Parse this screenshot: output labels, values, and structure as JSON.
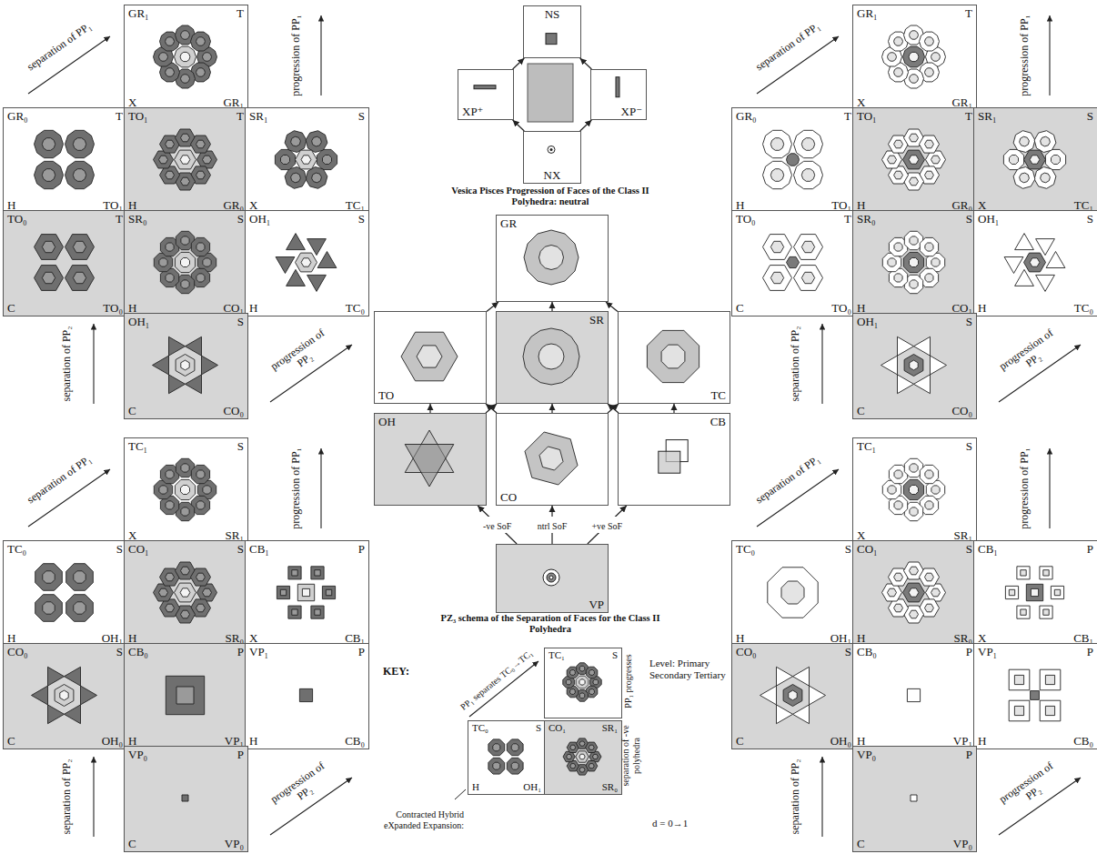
{
  "diagram": {
    "nodes": [
      {
        "text": [
          "GR₁",
          "T",
          "X",
          "GR₁"
        ]
      },
      {
        "text": [
          "GR₀",
          "T",
          "H",
          "TO₁"
        ]
      },
      {
        "text": [
          "TO₁",
          "T",
          "H",
          "GR₀"
        ]
      },
      {
        "text": [
          "SR₁",
          "S",
          "X",
          "TC₁"
        ]
      },
      {
        "text": [
          "TO₀",
          "T",
          "C",
          "TO₀"
        ]
      },
      {
        "text": [
          "SR₀",
          "S",
          "H",
          "CO₁"
        ]
      },
      {
        "text": [
          "OH₁",
          "S",
          "H",
          "TC₀"
        ]
      },
      {
        "text": [
          "OH₁",
          "S",
          "C",
          "CO₀"
        ]
      },
      {
        "text": [
          "NS"
        ]
      },
      {
        "text": [
          "XP⁺"
        ]
      },
      {
        "text": [
          "XP⁻"
        ]
      },
      {
        "text": [
          "NX"
        ]
      },
      {
        "text": [
          "GR₁",
          "T",
          "X",
          "GR₁"
        ]
      },
      {
        "text": [
          "GR₀",
          "T",
          "H",
          "TO₁"
        ]
      },
      {
        "text": [
          "TO₁",
          "T",
          "H",
          "GR₀"
        ]
      },
      {
        "text": [
          "SR₁",
          "S",
          "X",
          "TC₁"
        ]
      },
      {
        "text": [
          "TO₀",
          "T",
          "C",
          "TO₀"
        ]
      },
      {
        "text": [
          "SR₀",
          "S",
          "H",
          "CO₁"
        ]
      },
      {
        "text": [
          "OH₁",
          "S",
          "H",
          "TC₀"
        ]
      },
      {
        "text": [
          "OH₁",
          "S",
          "C",
          "CO₀"
        ]
      },
      {
        "text": [
          "GR"
        ]
      },
      {
        "text": [
          "TO"
        ]
      },
      {
        "text": [
          "SR"
        ]
      },
      {
        "text": [
          "TC"
        ]
      },
      {
        "text": [
          "OH"
        ]
      },
      {
        "text": [
          "CO"
        ]
      },
      {
        "text": [
          "CB"
        ]
      },
      {
        "text": [
          "VP"
        ]
      },
      {
        "text": [
          "TC₁",
          "S",
          "X",
          "SR₁"
        ]
      },
      {
        "text": [
          "TC₀",
          "S",
          "H",
          "OH₁"
        ]
      },
      {
        "text": [
          "CO₁",
          "S",
          "H",
          "SR₀"
        ]
      },
      {
        "text": [
          "CB₁",
          "P",
          "X",
          "CB₁"
        ]
      },
      {
        "text": [
          "CO₀",
          "S",
          "C",
          "OH₀"
        ]
      },
      {
        "text": [
          "CB₀",
          "P",
          "H",
          "VP₁"
        ]
      },
      {
        "text": [
          "VP₁",
          "P",
          "H",
          "CB₀"
        ]
      },
      {
        "text": [
          "VP₀",
          "P",
          "C",
          "VP₀"
        ]
      },
      {
        "text": [
          "TC₁",
          "S",
          "X",
          "SR₁"
        ]
      },
      {
        "text": [
          "TC₀",
          "S",
          "H",
          "OH₁"
        ]
      },
      {
        "text": [
          "CO₁",
          "S",
          "H",
          "SR₀"
        ]
      },
      {
        "text": [
          "CB₁",
          "P",
          "X",
          "CB₁"
        ]
      },
      {
        "text": [
          "CO₀",
          "S",
          "C",
          "OH₀"
        ]
      },
      {
        "text": [
          "CB₀",
          "P",
          "H",
          "VP₁"
        ]
      },
      {
        "text": [
          "VP₁",
          "P",
          "H",
          "CB₀"
        ]
      },
      {
        "text": [
          "VP₀",
          "P",
          "C",
          "VP₀"
        ]
      },
      {
        "text": [
          "TC₁",
          "S"
        ]
      },
      {
        "text": [
          "TC₀",
          "S",
          "H",
          "OH₁"
        ]
      },
      {
        "text": [
          "CO₁",
          "SR₁",
          "SR₀"
        ]
      }
    ],
    "edges": [
      {
        "from": 11,
        "to": 9,
        "arrow": "to"
      },
      {
        "from": 11,
        "to": 10,
        "arrow": "to"
      },
      {
        "from": 9,
        "to": 8,
        "arrow": "to"
      },
      {
        "from": 10,
        "to": 8,
        "arrow": "to"
      },
      {
        "from": 21,
        "to": 20,
        "arrow": "to"
      },
      {
        "from": 22,
        "to": 20,
        "arrow": "to"
      },
      {
        "from": 23,
        "to": 20,
        "arrow": "to"
      },
      {
        "from": 24,
        "to": 21,
        "arrow": "to"
      },
      {
        "from": 24,
        "to": 22,
        "arrow": "to"
      },
      {
        "from": 25,
        "to": 21,
        "arrow": "to"
      },
      {
        "from": 25,
        "to": 22,
        "arrow": "to"
      },
      {
        "from": 25,
        "to": 23,
        "arrow": "to"
      },
      {
        "from": 26,
        "to": 22,
        "arrow": "to"
      },
      {
        "from": 26,
        "to": 23,
        "arrow": "to"
      },
      {
        "from": 27,
        "to": 24,
        "arrow": "to",
        "label": "-ve SoF"
      },
      {
        "from": 27,
        "to": 25,
        "arrow": "to",
        "label": "ntrl SoF"
      },
      {
        "from": 27,
        "to": 26,
        "arrow": "to",
        "label": "+ve SoF"
      }
    ],
    "labels": [
      "separation of PP₁",
      "progression of PP₁",
      "separation of PP₂",
      "progression of PP₂",
      "Vesica Pisces Progression of Faces of the Class II Polyhedra: neutral",
      "separation of PP₁",
      "progression of PP₁",
      "separation of PP₂",
      "progression of PP₂",
      "PZ₃ schema of the Separation of Faces for the Class II Polyhedra",
      "separation of PP₁",
      "progression of PP₁",
      "separation of PP₂",
      "progression of PP₂",
      "separation of PP₁",
      "progression of PP₁",
      "separation of PP₂",
      "progression of PP₂",
      "KEY:",
      "PP₁ separates TC₀→TC₁",
      "PP₁ progresses",
      "separation of -ve polyhedra",
      "Level: Primary Secondary Tertiary",
      "Contracted Hybrid eXpanded Expansion:",
      "d = 0→1"
    ]
  }
}
